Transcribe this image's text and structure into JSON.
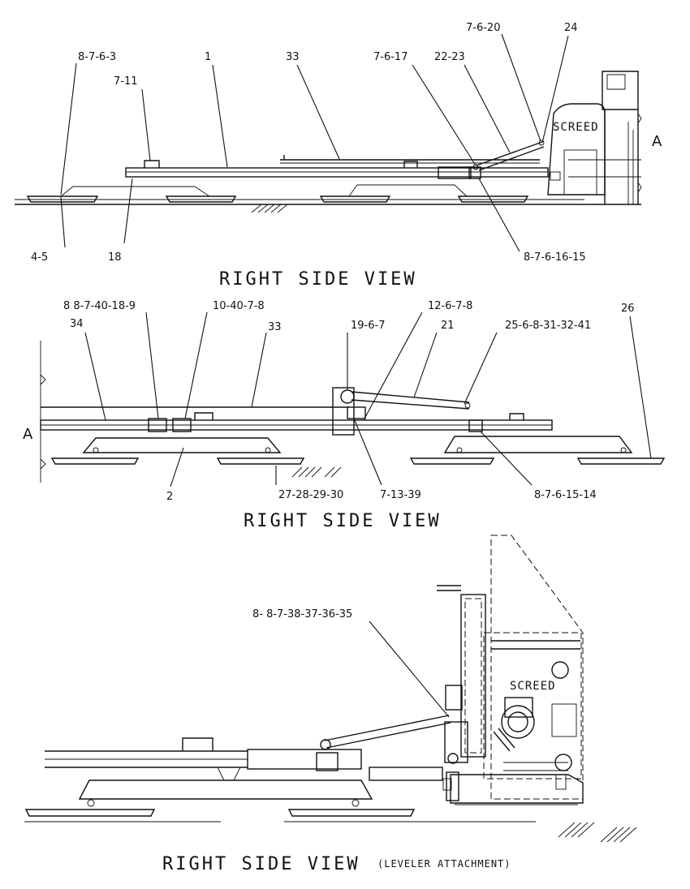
{
  "views": [
    {
      "title": "RIGHT SIDE VIEW",
      "section_marker": "A",
      "screed_label": "SCREED",
      "callouts": [
        "8-7-6-3",
        "7-11",
        "1",
        "33",
        "7-6-17",
        "22-23",
        "7-6-20",
        "24",
        "4-5",
        "18",
        "8-7-6-16-15"
      ]
    },
    {
      "title": "RIGHT SIDE VIEW",
      "section_marker": "A",
      "callouts": [
        "8 8-7-40-18-9",
        "34",
        "10-40-7-8",
        "33",
        "19-6-7",
        "12-6-7-8",
        "21",
        "25-6-8-31-32-41",
        "26",
        "2",
        "27-28-29-30",
        "7-13-39",
        "8-7-6-15-14"
      ]
    },
    {
      "title": "RIGHT SIDE VIEW",
      "subtitle": "(LEVELER ATTACHMENT)",
      "screed_label": "SCREED",
      "callouts": [
        "8- 8-7-38-37-36-35"
      ]
    }
  ]
}
